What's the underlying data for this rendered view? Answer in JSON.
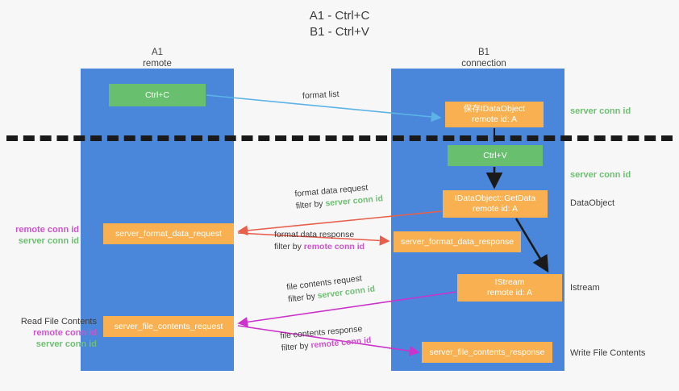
{
  "title": {
    "line1": "A1 - Ctrl+C",
    "line2": "B1 - Ctrl+V"
  },
  "lanes": [
    {
      "name": "A1",
      "sub": "remote",
      "color": "#4a86d9"
    },
    {
      "name": "B1",
      "sub": "connection",
      "color": "#4a86d9"
    }
  ],
  "nodes": {
    "ctrl_c": {
      "line1": "Ctrl+C",
      "line2": "",
      "color": "#68bf6e"
    },
    "save_obj": {
      "line1": "保存IDataObject",
      "line2": "remote id: A",
      "color": "#f9b050"
    },
    "ctrl_v": {
      "line1": "Ctrl+V",
      "line2": "",
      "color": "#68bf6e"
    },
    "getdata": {
      "line1": "IDataObject::GetData",
      "line2": "remote id: A",
      "color": "#f9b050"
    },
    "istream": {
      "line1": "IStream",
      "line2": "remote id: A",
      "color": "#f9b050"
    },
    "fd_request": {
      "line1": "server_format_data_request",
      "line2": "",
      "color": "#f9b050"
    },
    "fd_response": {
      "line1": "server_format_data_response",
      "line2": "",
      "color": "#f9b050"
    },
    "fc_request": {
      "line1": "server_file_contents_request",
      "line2": "",
      "color": "#f9b050"
    },
    "fc_response": {
      "line1": "server_file_contents_response",
      "line2": "",
      "color": "#f9b050"
    }
  },
  "edges": {
    "format_list": {
      "label": "format list"
    },
    "format_data_request": {
      "label": "format data request",
      "filter_prefix": "filter by ",
      "filter_value": "server conn id",
      "color": "#e8604c"
    },
    "format_data_response": {
      "label": "format data response",
      "filter_prefix": "filter by ",
      "filter_value": "remote conn id",
      "color": "#e8604c"
    },
    "file_contents_request": {
      "label": "file contents request",
      "filter_prefix": "filter by ",
      "filter_value": "server conn id",
      "color": "#cc33cc"
    },
    "file_contents_response": {
      "label": "file contents response",
      "filter_prefix": "filter by ",
      "filter_value": "remote conn id",
      "color": "#cc33cc"
    }
  },
  "annotations": {
    "server_conn_top": "server conn id",
    "server_conn_mid": "server conn id",
    "data_object": "DataObject",
    "istream": "Istream",
    "write_file_contents": "Write File Contents",
    "read_file_contents": "Read File Contents",
    "remote_conn_id": "remote conn id",
    "server_conn_id": "server conn id"
  },
  "colors": {
    "lane": "#4a86d9",
    "orange": "#f9b050",
    "green_box": "#68bf6e",
    "green_text": "#6fbf73",
    "purple_text": "#cc55cc",
    "red_arrow": "#e8604c",
    "magenta_arrow": "#cc33cc",
    "blue_arrow": "#5bb4e5",
    "dark_arrow": "#1a1a1a",
    "background": "#f7f7f7"
  }
}
